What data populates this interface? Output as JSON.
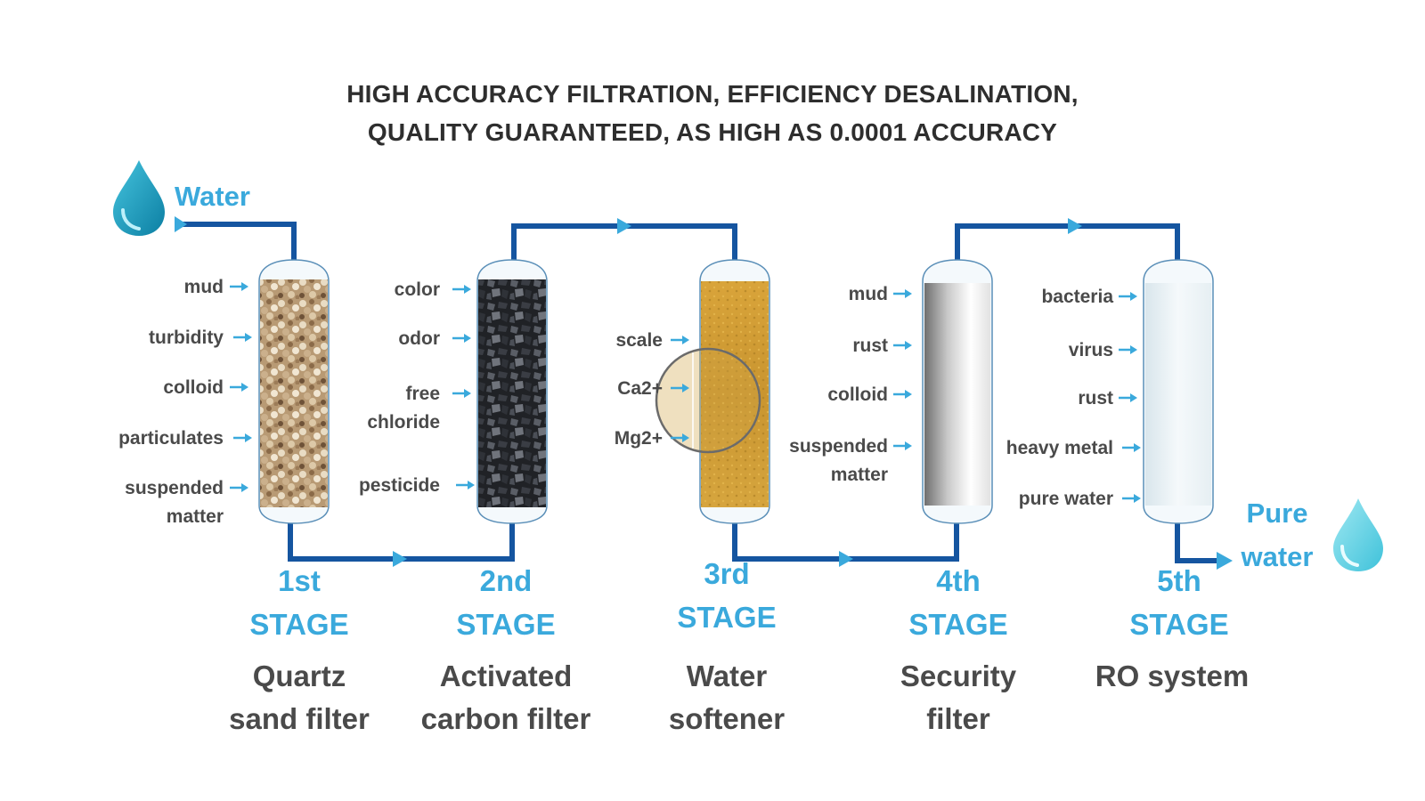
{
  "title": {
    "line1": "HIGH ACCURACY FILTRATION, EFFICIENCY DESALINATION,",
    "line2": "QUALITY GUARANTEED, AS HIGH AS 0.0001 ACCURACY"
  },
  "input_label": "Water",
  "output_label": {
    "line1": "Pure",
    "line2": "water"
  },
  "colors": {
    "pipe": "#1555a0",
    "accent": "#3aa9dc",
    "arrow": "#3aa9dc",
    "text": "#4a4a4a",
    "title": "#2e2e2e",
    "drop": "#1ea0c3"
  },
  "icons": [
    "water-drop-icon",
    "arrow-right-icon"
  ],
  "stages": [
    {
      "num": "1st",
      "stage": "STAGE",
      "name1": "Quartz",
      "name2": "sand filter",
      "media": "quartz-sand",
      "inputs": [
        {
          "lines": [
            "mud"
          ]
        },
        {
          "lines": [
            "turbidity"
          ]
        },
        {
          "lines": [
            "colloid"
          ]
        },
        {
          "lines": [
            "particulates"
          ]
        },
        {
          "lines": [
            "suspended",
            "matter"
          ]
        }
      ]
    },
    {
      "num": "2nd",
      "stage": "STAGE",
      "name1": "Activated",
      "name2": "carbon filter",
      "media": "activated-carbon",
      "inputs": [
        {
          "lines": [
            "color"
          ]
        },
        {
          "lines": [
            "odor"
          ]
        },
        {
          "lines": [
            "free",
            "chloride"
          ]
        },
        {
          "lines": [
            "pesticide"
          ]
        }
      ]
    },
    {
      "num": "3rd",
      "stage": "STAGE",
      "name1": "Water",
      "name2": "softener",
      "media": "resin",
      "inputs": [
        {
          "lines": [
            "scale"
          ]
        },
        {
          "lines": [
            "Ca2+"
          ]
        },
        {
          "lines": [
            "Mg2+"
          ]
        }
      ]
    },
    {
      "num": "4th",
      "stage": "STAGE",
      "name1": "Security",
      "name2": "filter",
      "media": "cartridge",
      "inputs": [
        {
          "lines": [
            "mud"
          ]
        },
        {
          "lines": [
            "rust"
          ]
        },
        {
          "lines": [
            "colloid"
          ]
        },
        {
          "lines": [
            "suspended",
            "matter"
          ]
        }
      ]
    },
    {
      "num": "5th",
      "stage": "STAGE",
      "name1": "RO system",
      "name2": "",
      "media": "membrane",
      "inputs": [
        {
          "lines": [
            "bacteria"
          ]
        },
        {
          "lines": [
            "virus"
          ]
        },
        {
          "lines": [
            "rust"
          ]
        },
        {
          "lines": [
            "heavy metal"
          ]
        },
        {
          "lines": [
            "pure water"
          ]
        }
      ]
    }
  ]
}
